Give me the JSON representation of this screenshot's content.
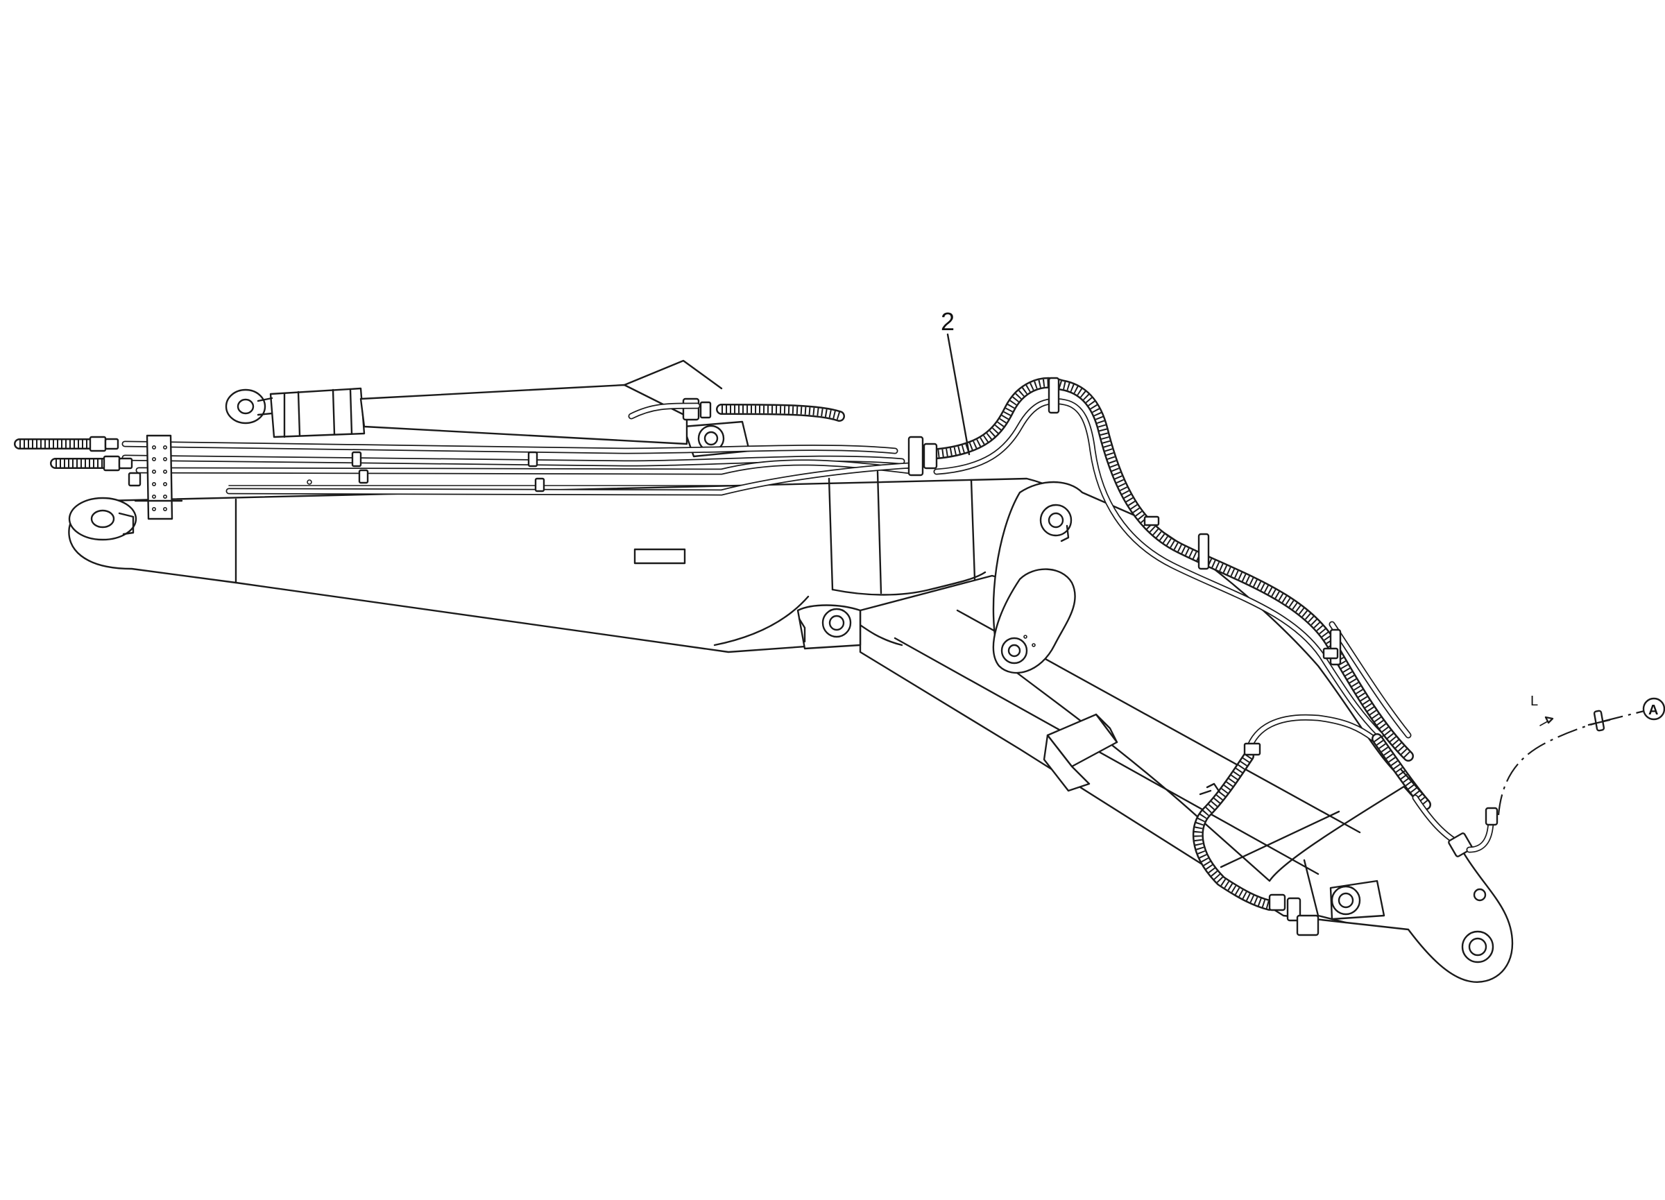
{
  "labels": {
    "part_number": "2",
    "direction": "L",
    "reference": "A"
  },
  "colors": {
    "line": "#1a1a1a",
    "background": "#ffffff"
  }
}
